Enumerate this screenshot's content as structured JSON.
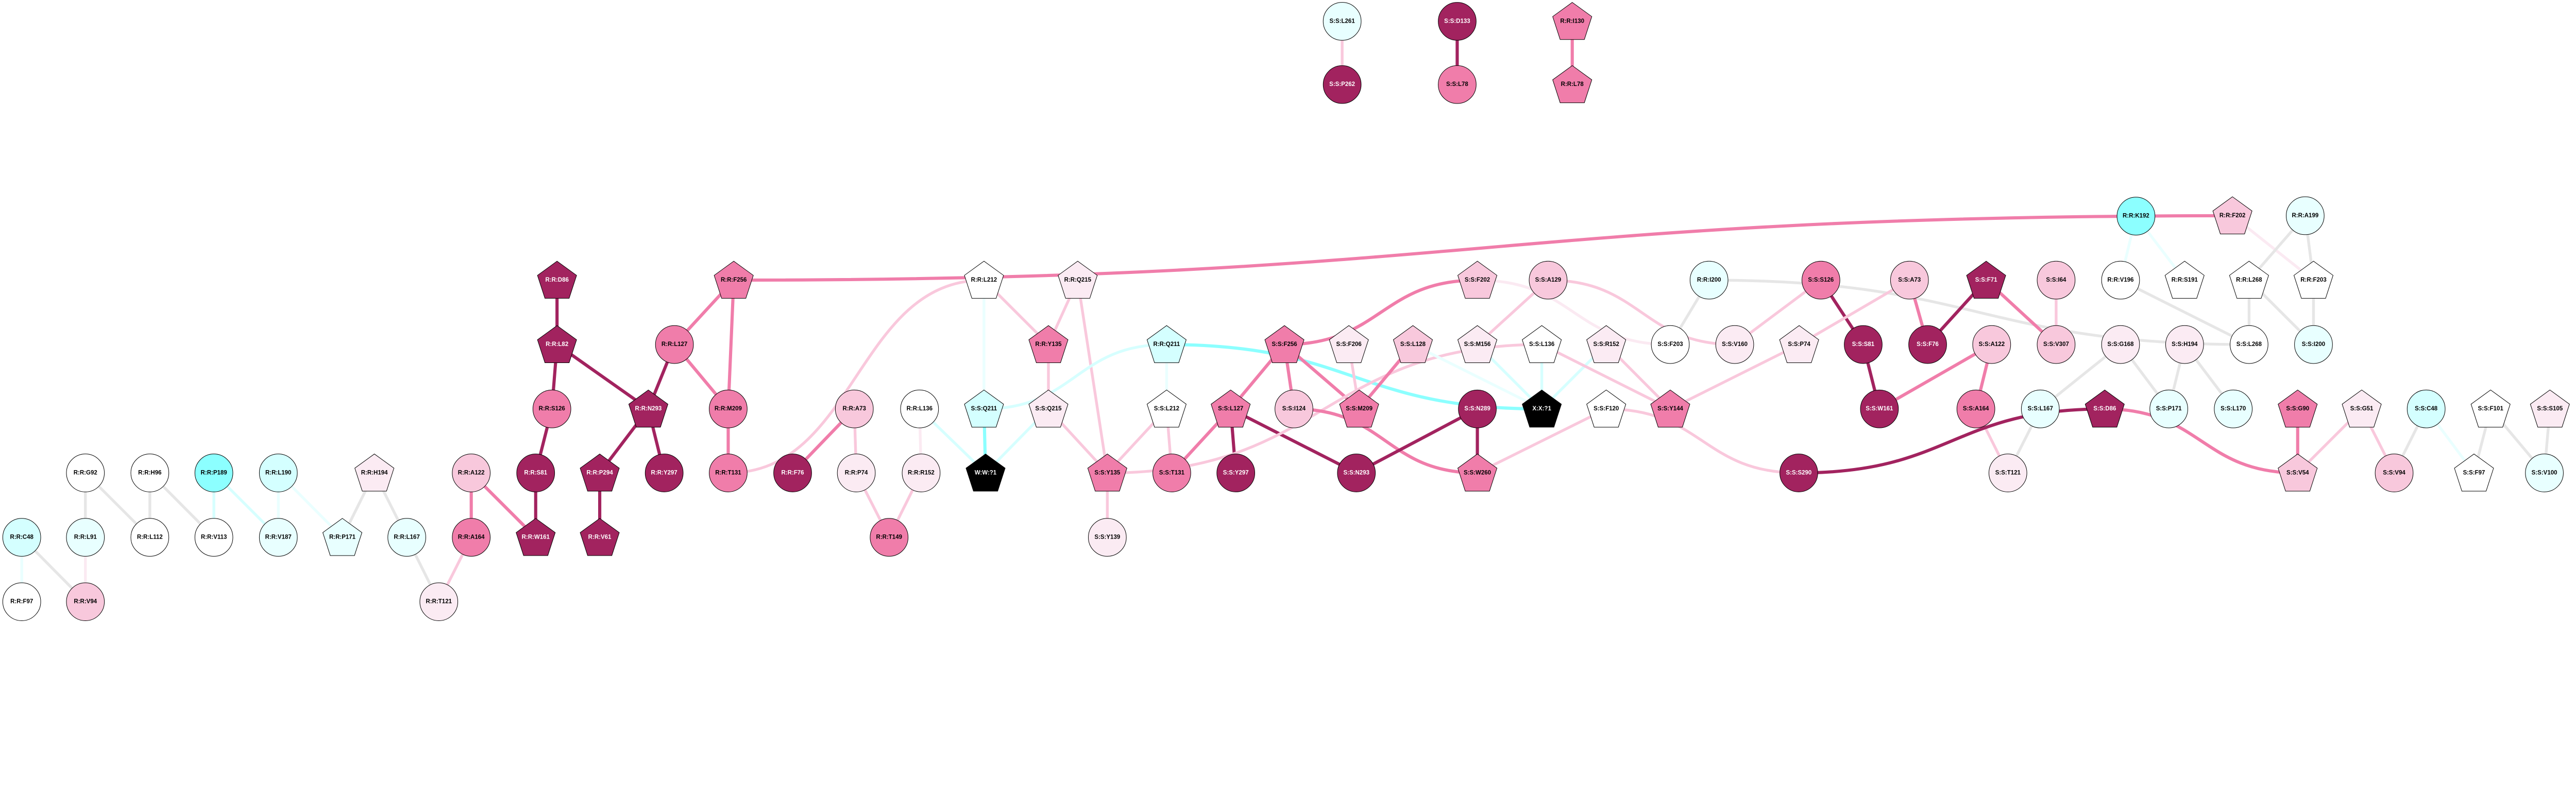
{
  "colors": {
    "node": {
      "D": "#A2235F",
      "P": "#F07DAA",
      "L": "#F8C8DC",
      "V": "#FBEBF3",
      "W": "#FFFFFF",
      "C": "#8CFFFF",
      "LC": "#D4FFFF",
      "VC": "#E8FFFF",
      "K": "#000000"
    },
    "edge": {
      "D": "#A2235F",
      "P": "#F07DAA",
      "L": "#F9C8DC",
      "V": "#FBEAF2",
      "G": "#E6E6E6",
      "C": "#8CFFFF",
      "LC": "#D6FFFF",
      "VC": "#EAFFFF"
    }
  },
  "nodes": [
    {
      "label": "R:R:G92",
      "shape": "circle",
      "fill": "W"
    },
    {
      "label": "R:R:H96",
      "shape": "circle",
      "fill": "W"
    },
    {
      "label": "R:R:P189",
      "shape": "circle",
      "fill": "C"
    },
    {
      "label": "R:R:L190",
      "shape": "circle",
      "fill": "LC"
    },
    {
      "label": "R:R:H194",
      "shape": "pentagon",
      "fill": "V"
    },
    {
      "label": "R:R:C48",
      "shape": "circle",
      "fill": "LC"
    },
    {
      "label": "R:R:L91",
      "shape": "circle",
      "fill": "VC"
    },
    {
      "label": "R:R:L112",
      "shape": "circle",
      "fill": "W"
    },
    {
      "label": "R:R:V113",
      "shape": "circle",
      "fill": "W"
    },
    {
      "label": "R:R:V187",
      "shape": "circle",
      "fill": "VC"
    },
    {
      "label": "R:R:P171",
      "shape": "pentagon",
      "fill": "VC"
    },
    {
      "label": "R:R:L167",
      "shape": "circle",
      "fill": "VC"
    },
    {
      "label": "R:R:F97",
      "shape": "circle",
      "fill": "W"
    },
    {
      "label": "R:R:V94",
      "shape": "circle",
      "fill": "L"
    },
    {
      "label": "R:R:T121",
      "shape": "circle",
      "fill": "V"
    },
    {
      "label": "R:R:D86",
      "shape": "pentagon",
      "fill": "D"
    },
    {
      "label": "R:R:F256",
      "shape": "pentagon",
      "fill": "P"
    },
    {
      "label": "R:R:L82",
      "shape": "pentagon",
      "fill": "D"
    },
    {
      "label": "R:R:L127",
      "shape": "circle",
      "fill": "P"
    },
    {
      "label": "R:R:S126",
      "shape": "circle",
      "fill": "P"
    },
    {
      "label": "R:R:N293",
      "shape": "pentagon",
      "fill": "D"
    },
    {
      "label": "R:R:M209",
      "shape": "circle",
      "fill": "P"
    },
    {
      "label": "R:R:A73",
      "shape": "circle",
      "fill": "L"
    },
    {
      "label": "R:R:A122",
      "shape": "circle",
      "fill": "L"
    },
    {
      "label": "R:R:S81",
      "shape": "circle",
      "fill": "D"
    },
    {
      "label": "R:R:P294",
      "shape": "pentagon",
      "fill": "D"
    },
    {
      "label": "R:R:Y297",
      "shape": "circle",
      "fill": "D"
    },
    {
      "label": "R:R:T131",
      "shape": "circle",
      "fill": "P"
    },
    {
      "label": "R:R:F76",
      "shape": "circle",
      "fill": "D"
    },
    {
      "label": "R:R:P74",
      "shape": "circle",
      "fill": "V"
    },
    {
      "label": "R:R:A164",
      "shape": "circle",
      "fill": "P"
    },
    {
      "label": "R:R:W161",
      "shape": "pentagon",
      "fill": "D"
    },
    {
      "label": "R:R:V61",
      "shape": "pentagon",
      "fill": "D"
    },
    {
      "label": "R:R:L212",
      "shape": "pentagon",
      "fill": "W"
    },
    {
      "label": "R:R:Q215",
      "shape": "pentagon",
      "fill": "V"
    },
    {
      "label": "R:R:Y135",
      "shape": "pentagon",
      "fill": "P"
    },
    {
      "label": "R:R:Q211",
      "shape": "pentagon",
      "fill": "LC"
    },
    {
      "label": "S:S:F256",
      "shape": "pentagon",
      "fill": "P"
    },
    {
      "label": "R:R:L136",
      "shape": "circle",
      "fill": "W"
    },
    {
      "label": "S:S:Q211",
      "shape": "pentagon",
      "fill": "LC"
    },
    {
      "label": "S:S:Q215",
      "shape": "pentagon",
      "fill": "V"
    },
    {
      "label": "S:S:L212",
      "shape": "pentagon",
      "fill": "W"
    },
    {
      "label": "S:S:L127",
      "shape": "pentagon",
      "fill": "P"
    },
    {
      "label": "S:S:I124",
      "shape": "circle",
      "fill": "L"
    },
    {
      "label": "R:R:R152",
      "shape": "circle",
      "fill": "V"
    },
    {
      "label": "W:W:?1",
      "shape": "pentagon",
      "fill": "K"
    },
    {
      "label": "S:S:Y135",
      "shape": "pentagon",
      "fill": "P"
    },
    {
      "label": "S:S:T131",
      "shape": "circle",
      "fill": "P"
    },
    {
      "label": "S:S:Y297",
      "shape": "circle",
      "fill": "D"
    },
    {
      "label": "R:R:T149",
      "shape": "circle",
      "fill": "P"
    },
    {
      "label": "S:S:Y139",
      "shape": "circle",
      "fill": "V"
    },
    {
      "label": "S:S:F202",
      "shape": "pentagon",
      "fill": "L"
    },
    {
      "label": "S:S:A129",
      "shape": "circle",
      "fill": "L"
    },
    {
      "label": "R:R:I200",
      "shape": "circle",
      "fill": "VC"
    },
    {
      "label": "S:S:F206",
      "shape": "pentagon",
      "fill": "V"
    },
    {
      "label": "S:S:L128",
      "shape": "pentagon",
      "fill": "L"
    },
    {
      "label": "S:S:M156",
      "shape": "pentagon",
      "fill": "V"
    },
    {
      "label": "S:S:L136",
      "shape": "pentagon",
      "fill": "W"
    },
    {
      "label": "S:S:R152",
      "shape": "pentagon",
      "fill": "V"
    },
    {
      "label": "S:S:F203",
      "shape": "circle",
      "fill": "W"
    },
    {
      "label": "S:S:V160",
      "shape": "circle",
      "fill": "V"
    },
    {
      "label": "S:S:M209",
      "shape": "pentagon",
      "fill": "P"
    },
    {
      "label": "S:S:N289",
      "shape": "circle",
      "fill": "D"
    },
    {
      "label": "X:X:?1",
      "shape": "pentagon",
      "fill": "K"
    },
    {
      "label": "S:S:F120",
      "shape": "pentagon",
      "fill": "W"
    },
    {
      "label": "S:S:Y144",
      "shape": "pentagon",
      "fill": "P"
    },
    {
      "label": "S:S:N293",
      "shape": "circle",
      "fill": "D"
    },
    {
      "label": "S:S:W260",
      "shape": "pentagon",
      "fill": "P"
    },
    {
      "label": "S:S:S126",
      "shape": "circle",
      "fill": "P"
    },
    {
      "label": "S:S:A73",
      "shape": "circle",
      "fill": "L"
    },
    {
      "label": "S:S:F71",
      "shape": "pentagon",
      "fill": "D"
    },
    {
      "label": "S:S:I64",
      "shape": "circle",
      "fill": "L"
    },
    {
      "label": "R:R:V196",
      "shape": "circle",
      "fill": "W"
    },
    {
      "label": "S:S:P74",
      "shape": "pentagon",
      "fill": "V"
    },
    {
      "label": "S:S:S81",
      "shape": "circle",
      "fill": "D"
    },
    {
      "label": "S:S:F76",
      "shape": "circle",
      "fill": "D"
    },
    {
      "label": "S:S:A122",
      "shape": "circle",
      "fill": "L"
    },
    {
      "label": "S:S:V307",
      "shape": "circle",
      "fill": "L"
    },
    {
      "label": "S:S:G168",
      "shape": "circle",
      "fill": "V"
    },
    {
      "label": "S:S:W161",
      "shape": "circle",
      "fill": "D"
    },
    {
      "label": "S:S:A164",
      "shape": "circle",
      "fill": "P"
    },
    {
      "label": "S:S:L167",
      "shape": "circle",
      "fill": "VC"
    },
    {
      "label": "S:S:D86",
      "shape": "pentagon",
      "fill": "D"
    },
    {
      "label": "S:S:S290",
      "shape": "circle",
      "fill": "D"
    },
    {
      "label": "S:S:T121",
      "shape": "circle",
      "fill": "V"
    },
    {
      "label": "R:R:K192",
      "shape": "circle",
      "fill": "C"
    },
    {
      "label": "R:R:F202",
      "shape": "pentagon",
      "fill": "L"
    },
    {
      "label": "R:R:A199",
      "shape": "circle",
      "fill": "VC"
    },
    {
      "label": "R:R:S191",
      "shape": "pentagon",
      "fill": "W"
    },
    {
      "label": "R:R:L268",
      "shape": "pentagon",
      "fill": "W"
    },
    {
      "label": "R:R:F203",
      "shape": "pentagon",
      "fill": "W"
    },
    {
      "label": "S:S:H194",
      "shape": "circle",
      "fill": "V"
    },
    {
      "label": "S:S:L268",
      "shape": "circle",
      "fill": "W"
    },
    {
      "label": "S:S:I200",
      "shape": "circle",
      "fill": "VC"
    },
    {
      "label": "S:S:P171",
      "shape": "circle",
      "fill": "VC"
    },
    {
      "label": "S:S:L170",
      "shape": "circle",
      "fill": "VC"
    },
    {
      "label": "S:S:G90",
      "shape": "pentagon",
      "fill": "P"
    },
    {
      "label": "S:S:G51",
      "shape": "pentagon",
      "fill": "V"
    },
    {
      "label": "S:S:C48",
      "shape": "circle",
      "fill": "LC"
    },
    {
      "label": "S:S:F101",
      "shape": "pentagon",
      "fill": "W"
    },
    {
      "label": "S:S:S105",
      "shape": "pentagon",
      "fill": "V"
    },
    {
      "label": "S:S:V54",
      "shape": "pentagon",
      "fill": "L"
    },
    {
      "label": "S:S:V94",
      "shape": "circle",
      "fill": "L"
    },
    {
      "label": "S:S:F97",
      "shape": "pentagon",
      "fill": "W"
    },
    {
      "label": "S:S:V100",
      "shape": "circle",
      "fill": "VC"
    },
    {
      "label": "S:S:L261",
      "shape": "circle",
      "fill": "VC"
    },
    {
      "label": "S:S:P262",
      "shape": "circle",
      "fill": "D"
    },
    {
      "label": "S:S:D133",
      "shape": "circle",
      "fill": "D"
    },
    {
      "label": "S:S:L78",
      "shape": "circle",
      "fill": "P"
    },
    {
      "label": "R:R:I130",
      "shape": "pentagon",
      "fill": "P"
    },
    {
      "label": "R:R:L78",
      "shape": "pentagon",
      "fill": "P"
    }
  ],
  "edges": [
    [
      "R:R:G92",
      "R:R:L91",
      "G"
    ],
    [
      "R:R:G92",
      "R:R:L112",
      "G"
    ],
    [
      "R:R:H96",
      "R:R:L112",
      "G"
    ],
    [
      "R:R:H96",
      "R:R:V113",
      "G"
    ],
    [
      "R:R:P189",
      "R:R:V113",
      "LC"
    ],
    [
      "R:R:P189",
      "R:R:V187",
      "LC"
    ],
    [
      "R:R:L190",
      "R:R:V187",
      "VC"
    ],
    [
      "R:R:L190",
      "R:R:P171",
      "VC"
    ],
    [
      "R:R:H194",
      "R:R:P171",
      "G"
    ],
    [
      "R:R:H194",
      "R:R:L167",
      "G"
    ],
    [
      "R:R:L167",
      "R:R:T121",
      "G"
    ],
    [
      "R:R:C48",
      "R:R:F97",
      "VC"
    ],
    [
      "R:R:C48",
      "R:R:V94",
      "G"
    ],
    [
      "R:R:L91",
      "R:R:V94",
      "V"
    ],
    [
      "R:R:D86",
      "R:R:L82",
      "D"
    ],
    [
      "R:R:L82",
      "R:R:S126",
      "D"
    ],
    [
      "R:R:L82",
      "R:R:N293",
      "D"
    ],
    [
      "R:R:S126",
      "R:R:S81",
      "D"
    ],
    [
      "R:R:S81",
      "R:R:W161",
      "D"
    ],
    [
      "R:R:N293",
      "R:R:P294",
      "D"
    ],
    [
      "R:R:N293",
      "R:R:Y297",
      "D"
    ],
    [
      "R:R:P294",
      "R:R:V61",
      "D"
    ],
    [
      "R:R:L127",
      "R:R:N293",
      "D"
    ],
    [
      "R:R:F256",
      "R:R:L127",
      "P"
    ],
    [
      "R:R:F256",
      "R:R:M209",
      "P"
    ],
    [
      "R:R:L127",
      "R:R:M209",
      "P"
    ],
    [
      "R:R:M209",
      "R:R:T131",
      "P"
    ],
    [
      "R:R:T131",
      "R:R:L212",
      "L"
    ],
    [
      "R:R:A73",
      "R:R:F76",
      "P"
    ],
    [
      "R:R:A73",
      "R:R:P74",
      "L"
    ],
    [
      "R:R:P74",
      "R:R:T149",
      "L"
    ],
    [
      "R:R:A122",
      "R:R:A164",
      "P"
    ],
    [
      "R:R:A122",
      "R:R:W161",
      "P"
    ],
    [
      "R:R:A164",
      "R:R:T121",
      "L"
    ],
    [
      "R:R:F256",
      "R:R:F202",
      "P"
    ],
    [
      "R:R:L212",
      "S:S:Q211",
      "VC"
    ],
    [
      "R:R:L212",
      "R:R:Y135",
      "L"
    ],
    [
      "R:R:Q215",
      "R:R:Y135",
      "L"
    ],
    [
      "R:R:Q215",
      "S:S:Y135",
      "L"
    ],
    [
      "R:R:Y135",
      "S:S:Q215",
      "L"
    ],
    [
      "R:R:Q211",
      "S:S:Q211",
      "LC"
    ],
    [
      "R:R:Q211",
      "X:X:?1",
      "C"
    ],
    [
      "R:R:Q211",
      "S:S:L212",
      "VC"
    ],
    [
      "S:S:F256",
      "S:S:F202",
      "P"
    ],
    [
      "S:S:F256",
      "S:S:L127",
      "P"
    ],
    [
      "S:S:F256",
      "S:S:I124",
      "P"
    ],
    [
      "S:S:F256",
      "S:S:M209",
      "P"
    ],
    [
      "R:R:L136",
      "R:R:R152",
      "V"
    ],
    [
      "R:R:L136",
      "W:W:?1",
      "LC"
    ],
    [
      "S:S:Q211",
      "W:W:?1",
      "C"
    ],
    [
      "S:S:Q215",
      "W:W:?1",
      "LC"
    ],
    [
      "S:S:Q215",
      "S:S:Y135",
      "L"
    ],
    [
      "S:S:L212",
      "S:S:Y135",
      "L"
    ],
    [
      "S:S:L212",
      "S:S:T131",
      "L"
    ],
    [
      "S:S:L127",
      "S:S:T131",
      "P"
    ],
    [
      "S:S:L127",
      "S:S:Y297",
      "D"
    ],
    [
      "S:S:L127",
      "S:S:N293",
      "D"
    ],
    [
      "S:S:Y135",
      "S:S:L136",
      "L"
    ],
    [
      "S:S:Y135",
      "S:S:Y139",
      "L"
    ],
    [
      "R:R:R152",
      "R:R:T149",
      "L"
    ],
    [
      "S:S:I124",
      "S:S:W260",
      "P"
    ],
    [
      "S:S:L128",
      "S:S:M209",
      "P"
    ],
    [
      "S:S:F206",
      "S:S:M209",
      "L"
    ],
    [
      "S:S:L128",
      "X:X:?1",
      "VC"
    ],
    [
      "S:S:M156",
      "X:X:?1",
      "LC"
    ],
    [
      "S:S:L136",
      "X:X:?1",
      "LC"
    ],
    [
      "S:S:R152",
      "X:X:?1",
      "LC"
    ],
    [
      "S:S:A129",
      "S:S:M156",
      "L"
    ],
    [
      "S:S:A129",
      "S:S:V160",
      "L"
    ],
    [
      "S:S:F202",
      "S:S:F203",
      "V"
    ],
    [
      "S:S:L136",
      "S:S:Y144",
      "L"
    ],
    [
      "S:S:R152",
      "S:S:Y144",
      "L"
    ],
    [
      "S:S:Y144",
      "S:S:P74",
      "L"
    ],
    [
      "R:R:I200",
      "S:S:F203",
      "G"
    ],
    [
      "R:R:I200",
      "S:S:L268",
      "G"
    ],
    [
      "S:S:N289",
      "S:S:N293",
      "D"
    ],
    [
      "S:S:N289",
      "S:S:W260",
      "D"
    ],
    [
      "S:S:F120",
      "S:S:W260",
      "L"
    ],
    [
      "S:S:F120",
      "S:S:S290",
      "L"
    ],
    [
      "S:S:S126",
      "S:S:V160",
      "L"
    ],
    [
      "S:S:S126",
      "S:S:S81",
      "D"
    ],
    [
      "S:S:A73",
      "S:S:P74",
      "L"
    ],
    [
      "S:S:A73",
      "S:S:F76",
      "P"
    ],
    [
      "S:S:F71",
      "S:S:F76",
      "D"
    ],
    [
      "S:S:F71",
      "S:S:V307",
      "P"
    ],
    [
      "S:S:I64",
      "S:S:V307",
      "L"
    ],
    [
      "S:S:S81",
      "S:S:W161",
      "D"
    ],
    [
      "S:S:A122",
      "S:S:W161",
      "P"
    ],
    [
      "S:S:A122",
      "S:S:A164",
      "P"
    ],
    [
      "S:S:A164",
      "S:S:T121",
      "L"
    ],
    [
      "S:S:L167",
      "S:S:T121",
      "G"
    ],
    [
      "S:S:G168",
      "S:S:L167",
      "G"
    ],
    [
      "S:S:G168",
      "S:S:P171",
      "G"
    ],
    [
      "S:S:D86",
      "S:S:S290",
      "D"
    ],
    [
      "S:S:D86",
      "S:S:V54",
      "P"
    ],
    [
      "R:R:V196",
      "S:S:L268",
      "G"
    ],
    [
      "R:R:K192",
      "R:R:V196",
      "VC"
    ],
    [
      "R:R:K192",
      "R:R:S191",
      "VC"
    ],
    [
      "R:R:F202",
      "R:R:F203",
      "V"
    ],
    [
      "R:R:A199",
      "R:R:L268",
      "G"
    ],
    [
      "R:R:A199",
      "R:R:F203",
      "G"
    ],
    [
      "R:R:L268",
      "S:S:L268",
      "G"
    ],
    [
      "R:R:L268",
      "S:S:I200",
      "G"
    ],
    [
      "R:R:F203",
      "S:S:I200",
      "G"
    ],
    [
      "S:S:H194",
      "S:S:P171",
      "G"
    ],
    [
      "S:S:H194",
      "S:S:L170",
      "G"
    ],
    [
      "S:S:G90",
      "S:S:V54",
      "P"
    ],
    [
      "S:S:G51",
      "S:S:V54",
      "L"
    ],
    [
      "S:S:G51",
      "S:S:V94",
      "L"
    ],
    [
      "S:S:C48",
      "S:S:V94",
      "G"
    ],
    [
      "S:S:C48",
      "S:S:F97",
      "VC"
    ],
    [
      "S:S:F101",
      "S:S:F97",
      "G"
    ],
    [
      "S:S:F101",
      "S:S:V100",
      "G"
    ],
    [
      "S:S:S105",
      "S:S:V100",
      "G"
    ],
    [
      "S:S:L261",
      "S:S:P262",
      "L"
    ],
    [
      "S:S:D133",
      "S:S:L78",
      "D"
    ],
    [
      "R:R:I130",
      "R:R:L78",
      "P"
    ]
  ]
}
